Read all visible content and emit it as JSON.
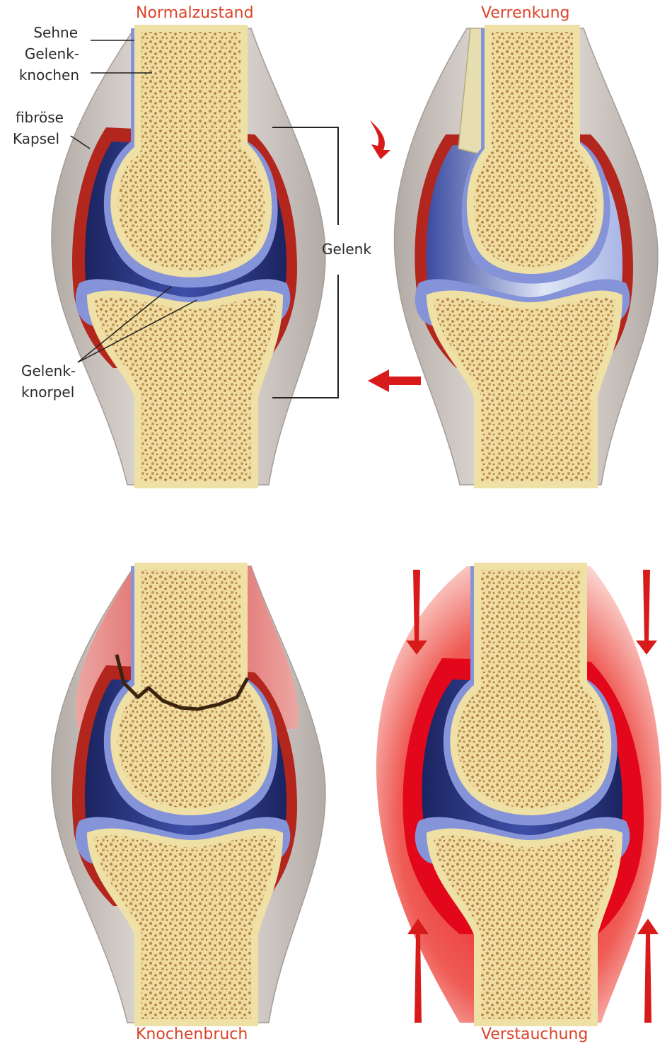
{
  "panels": [
    {
      "title": "Normalzustand"
    },
    {
      "title": "Verrenkung"
    },
    {
      "title": "Knochenbruch"
    },
    {
      "title": "Verstauchung"
    }
  ],
  "labels": {
    "sehne": "Sehne",
    "gelenkknochen_1": "Gelenk-",
    "gelenkknochen_2": "knochen",
    "kapsel_1": "fibröse",
    "kapsel_2": "Kapsel",
    "gelenk": "Gelenk",
    "knorpel_1": "Gelenk-",
    "knorpel_2": "knorpel"
  },
  "colors": {
    "title": "#d9442a",
    "bone": "#f3e3a8",
    "bone_texture": "#c9a25e",
    "cartilage": "#7f8fd6",
    "synovial": "#1f2a6b",
    "capsule_red": "#b3261e",
    "tissue": "#dcd7d2",
    "inflamed": "#e8373a",
    "arrow": "#d81a1a"
  }
}
